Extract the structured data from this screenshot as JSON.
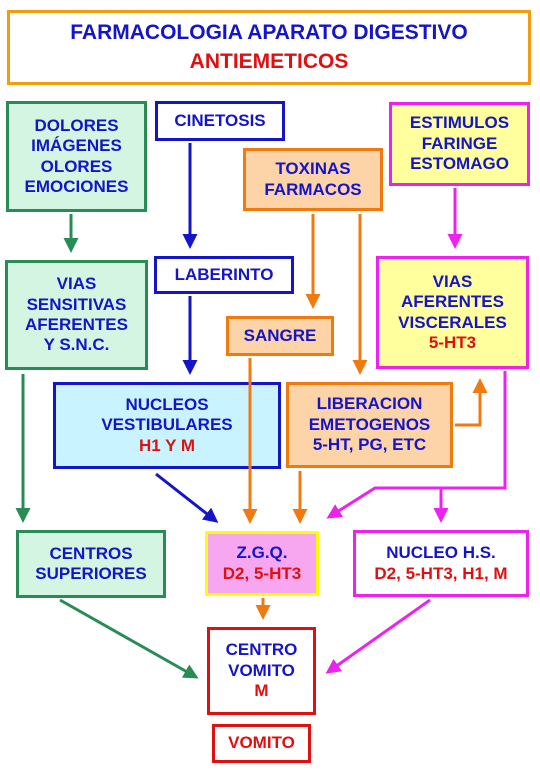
{
  "title": {
    "line1": "FARMACOLOGIA APARATO DIGESTIVO",
    "line2": "ANTIEMETICOS"
  },
  "nodes": {
    "dolores": [
      "DOLORES",
      "IMÁGENES",
      "OLORES",
      "EMOCIONES"
    ],
    "vias_sensitivas": [
      "VIAS",
      "SENSITIVAS",
      "AFERENTES",
      "Y S.N.C."
    ],
    "centros_superiores": [
      "CENTROS",
      "SUPERIORES"
    ],
    "cinetosis": "CINETOSIS",
    "laberinto": "LABERINTO",
    "nucleos_vestibulares": {
      "lines": [
        "NUCLEOS",
        "VESTIBULARES"
      ],
      "receptors": "H1 Y M"
    },
    "toxinas": [
      "TOXINAS",
      "FARMACOS"
    ],
    "sangre": "SANGRE",
    "liberacion": [
      "LIBERACION",
      "EMETOGENOS",
      "5-HT, PG, ETC"
    ],
    "estimulos": [
      "ESTIMULOS",
      "FARINGE",
      "ESTOMAGO"
    ],
    "vias_aferentes": {
      "lines": [
        "VIAS",
        "AFERENTES",
        "VISCERALES"
      ],
      "receptors": "5-HT3"
    },
    "zgq": {
      "label": "Z.G.Q.",
      "receptors": "D2, 5-HT3"
    },
    "nucleo_hs": {
      "label": "NUCLEO H.S.",
      "receptors": "D2, 5-HT3, H1, M"
    },
    "centro_vomito": {
      "lines": [
        "CENTRO",
        "VOMITO"
      ],
      "receptors": "M"
    },
    "vomito": "VOMITO"
  },
  "colors": {
    "green": "#2a8c55",
    "blue": "#1414c8",
    "orange": "#f07a10",
    "magenta": "#ee22ee",
    "red": "#e01010"
  }
}
